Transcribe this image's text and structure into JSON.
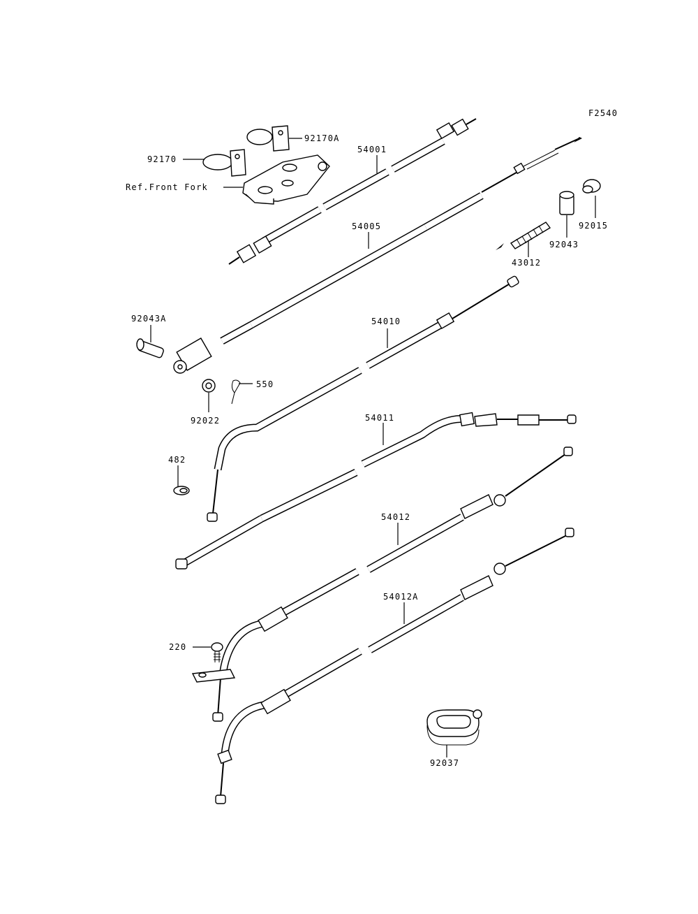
{
  "figure": {
    "code": "F2540",
    "background": "#ffffff",
    "ink": "#000000"
  },
  "labels": {
    "p92170A": "92170A",
    "p92170": "92170",
    "ref_front_fork": "Ref.Front Fork",
    "p54001": "54001",
    "p54005": "54005",
    "p92043": "92043",
    "p92015": "92015",
    "p43012": "43012",
    "p92043A": "92043A",
    "p54010": "54010",
    "p550": "550",
    "p92022": "92022",
    "p482": "482",
    "p54011": "54011",
    "p54012": "54012",
    "p54012A": "54012A",
    "p220": "220",
    "p92037": "92037"
  }
}
